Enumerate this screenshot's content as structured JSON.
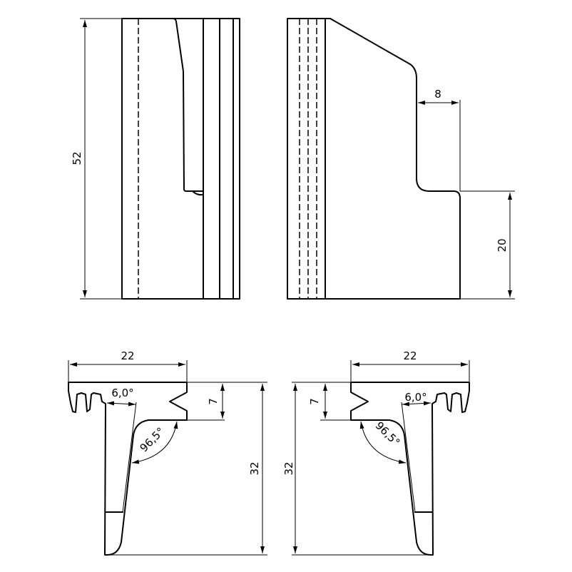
{
  "dimensions": {
    "front_height": "52",
    "side_step_width": "8",
    "side_lower_height": "20",
    "left_section_width": "22",
    "left_section_angle_small": "6,0°",
    "left_section_angle_large": "96,5°",
    "left_section_groove": "7",
    "left_section_height": "32",
    "right_section_width": "22",
    "right_section_angle_small": "6,0°",
    "right_section_angle_large": "96,5°",
    "right_section_groove": "7",
    "right_section_height": "32"
  }
}
